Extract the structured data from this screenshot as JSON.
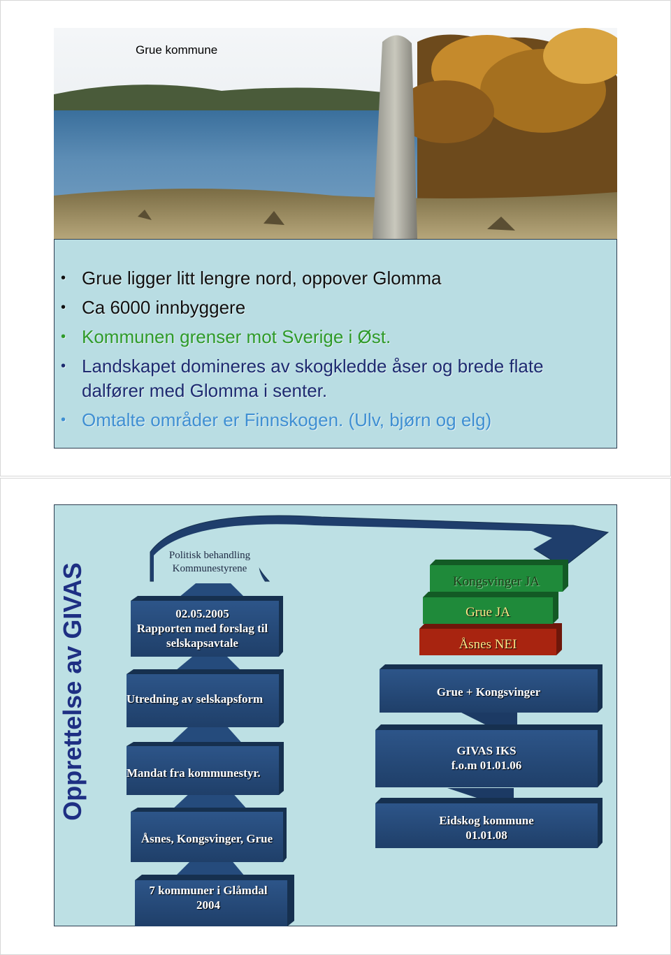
{
  "slide1": {
    "caption": "Grue kommune",
    "bullets": [
      {
        "text": "Grue ligger litt lengre nord,  oppover Glomma",
        "color": "#101010"
      },
      {
        "text": "Ca 6000 innbyggere",
        "color": "#101010"
      },
      {
        "text": "Kommunen grenser mot Sverige i Øst.",
        "color": "#2e9a2a"
      },
      {
        "text": "Landskapet domineres av skogkledde åser og brede flate dalfører med Glomma i senter.",
        "color": "#1d2b70"
      },
      {
        "text": "Omtalte områder er Finnskogen. (Ulv, bjørn og elg)",
        "color": "#3f8fd2"
      }
    ]
  },
  "slide2": {
    "vertical_title": "Opprettelse av GIVAS",
    "left_column": {
      "top_arrow": "Politisk behandling\nKommunestyrene",
      "step1": "02.05.2005\nRapporten med forslag til\nselskapsavtale",
      "step2": "Utredning av selskapsform",
      "step3": "Mandat fra kommunestyr.",
      "step4": "Åsnes, Kongsvinger, Grue",
      "step5": "7 kommuner i Glåmdal\n2004"
    },
    "right_column": {
      "decision1": "Kongsvinger JA",
      "decision2": "Grue JA",
      "decision3": "Åsnes NEI",
      "result1": "Grue + Kongsvinger",
      "result2": "GIVAS IKS\nf.o.m 01.01.06",
      "result3": "Eidskog kommune\n01.01.08"
    },
    "colors": {
      "green_box": "#1f8a3a",
      "red_box": "#a82410",
      "navy_box": "#25497a"
    }
  }
}
